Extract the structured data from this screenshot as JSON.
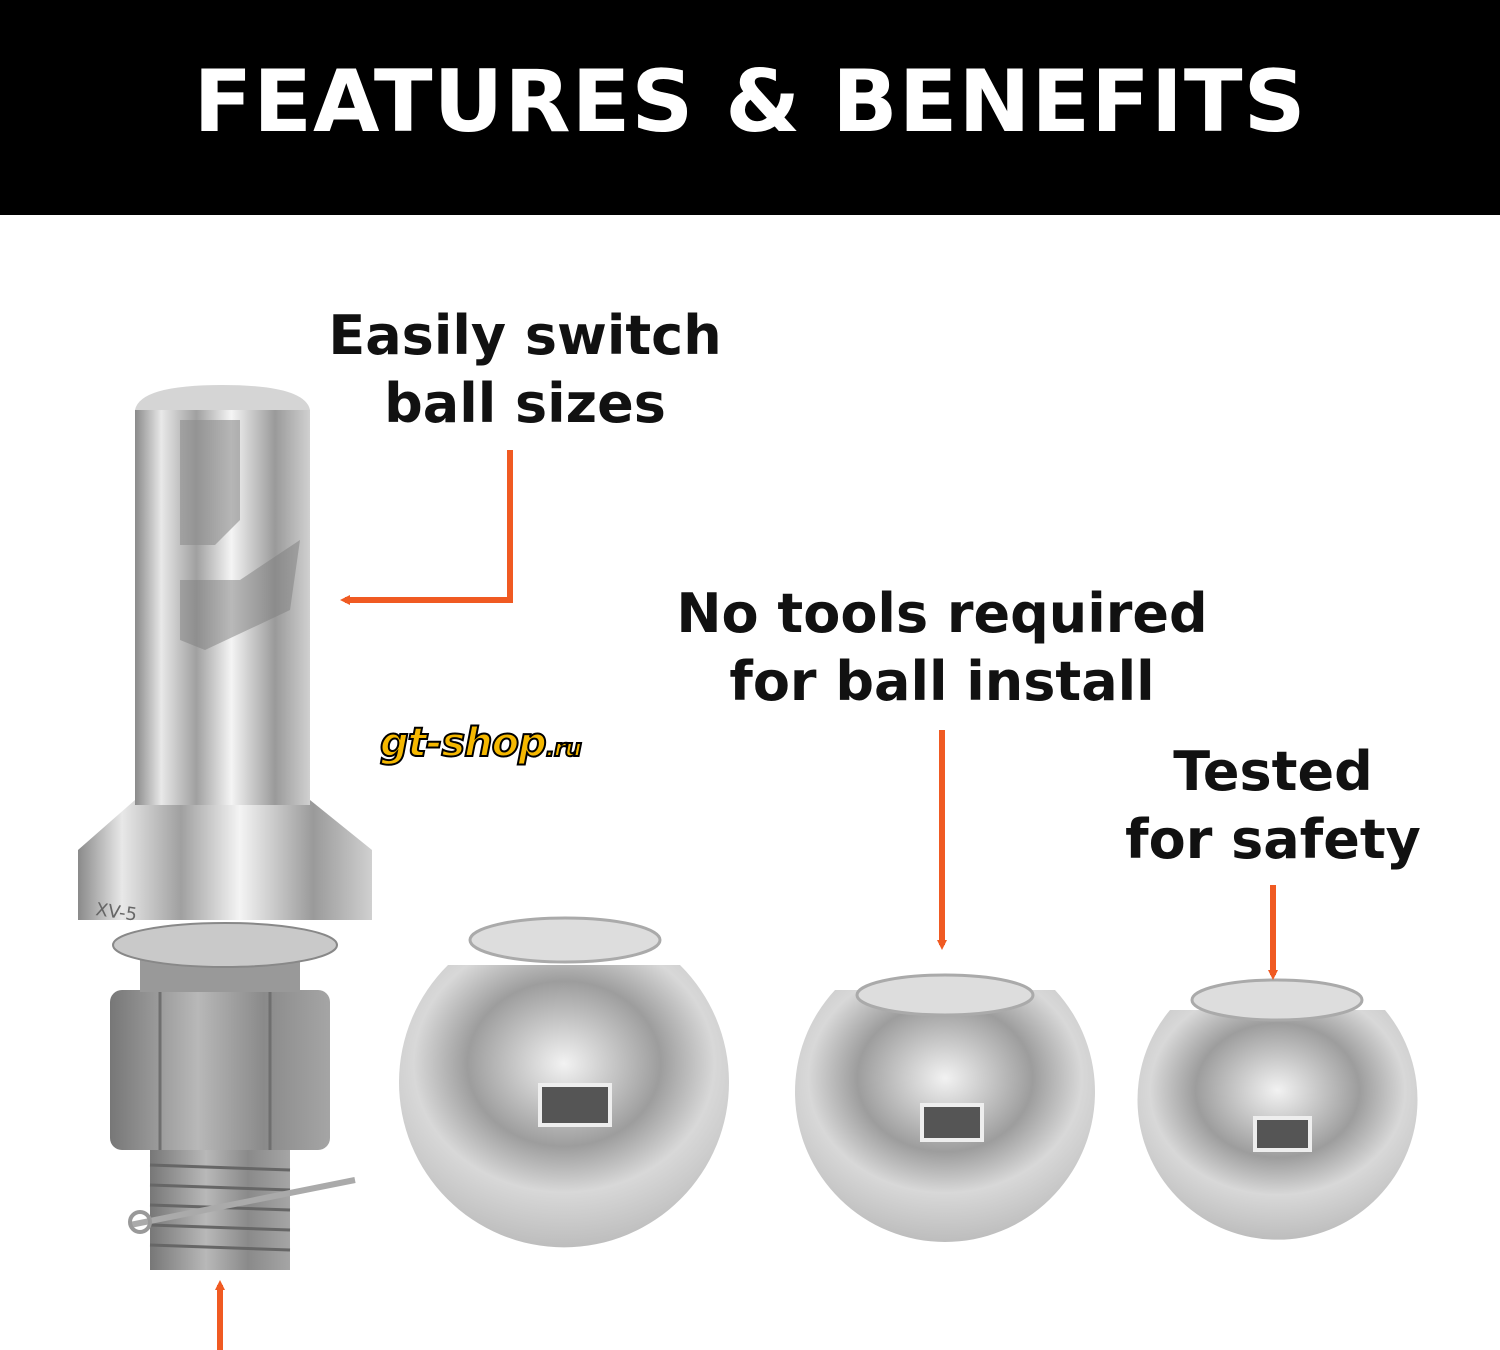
{
  "header": {
    "title": "FEATURES & BENEFITS"
  },
  "callouts": [
    {
      "lines": [
        "Easily switch",
        "ball sizes"
      ]
    },
    {
      "lines": [
        "No tools required",
        "for ball install"
      ]
    },
    {
      "lines": [
        "Tested",
        "for safety"
      ]
    }
  ],
  "product": {
    "shank_marking": "XV-5"
  },
  "watermark": {
    "main": "gt-shop",
    "suffix": ".ru"
  },
  "colors": {
    "header_bg": "#000000",
    "arrow": "#f05a22",
    "text": "#111111"
  }
}
